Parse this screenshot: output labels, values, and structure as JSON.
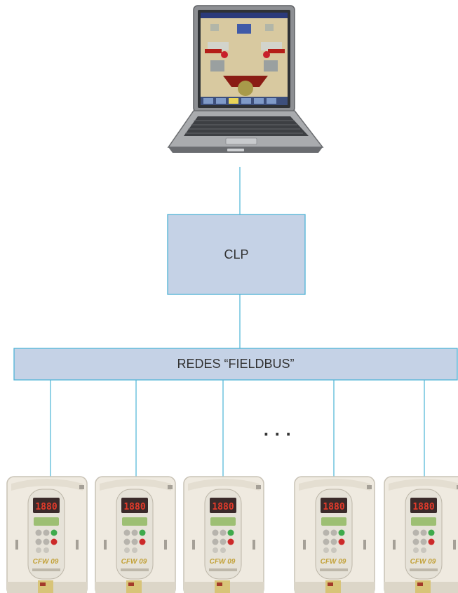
{
  "diagram": {
    "nodes": {
      "computer": {
        "icon": "laptop-icon",
        "label": ""
      },
      "plc": {
        "label": "CLP"
      },
      "fieldbus": {
        "label": "REDES “FIELDBUS”"
      },
      "drives": [
        {
          "icon": "drive-inverter-icon",
          "brand": "CFW 09"
        },
        {
          "icon": "drive-inverter-icon",
          "brand": "CFW 09"
        },
        {
          "icon": "drive-inverter-icon",
          "brand": "CFW 09"
        },
        {
          "icon": "drive-inverter-icon",
          "brand": "CFW 09"
        },
        {
          "icon": "drive-inverter-icon",
          "brand": "CFW 09"
        }
      ]
    },
    "ellipsis": "· · ·",
    "colors": {
      "line": "#57b9d9",
      "box_fill": "#c5d2e6",
      "box_stroke": "#4fb3d6",
      "label": "#333333",
      "drive_body": "#efeae0",
      "drive_display": "#cc1f1f"
    }
  }
}
